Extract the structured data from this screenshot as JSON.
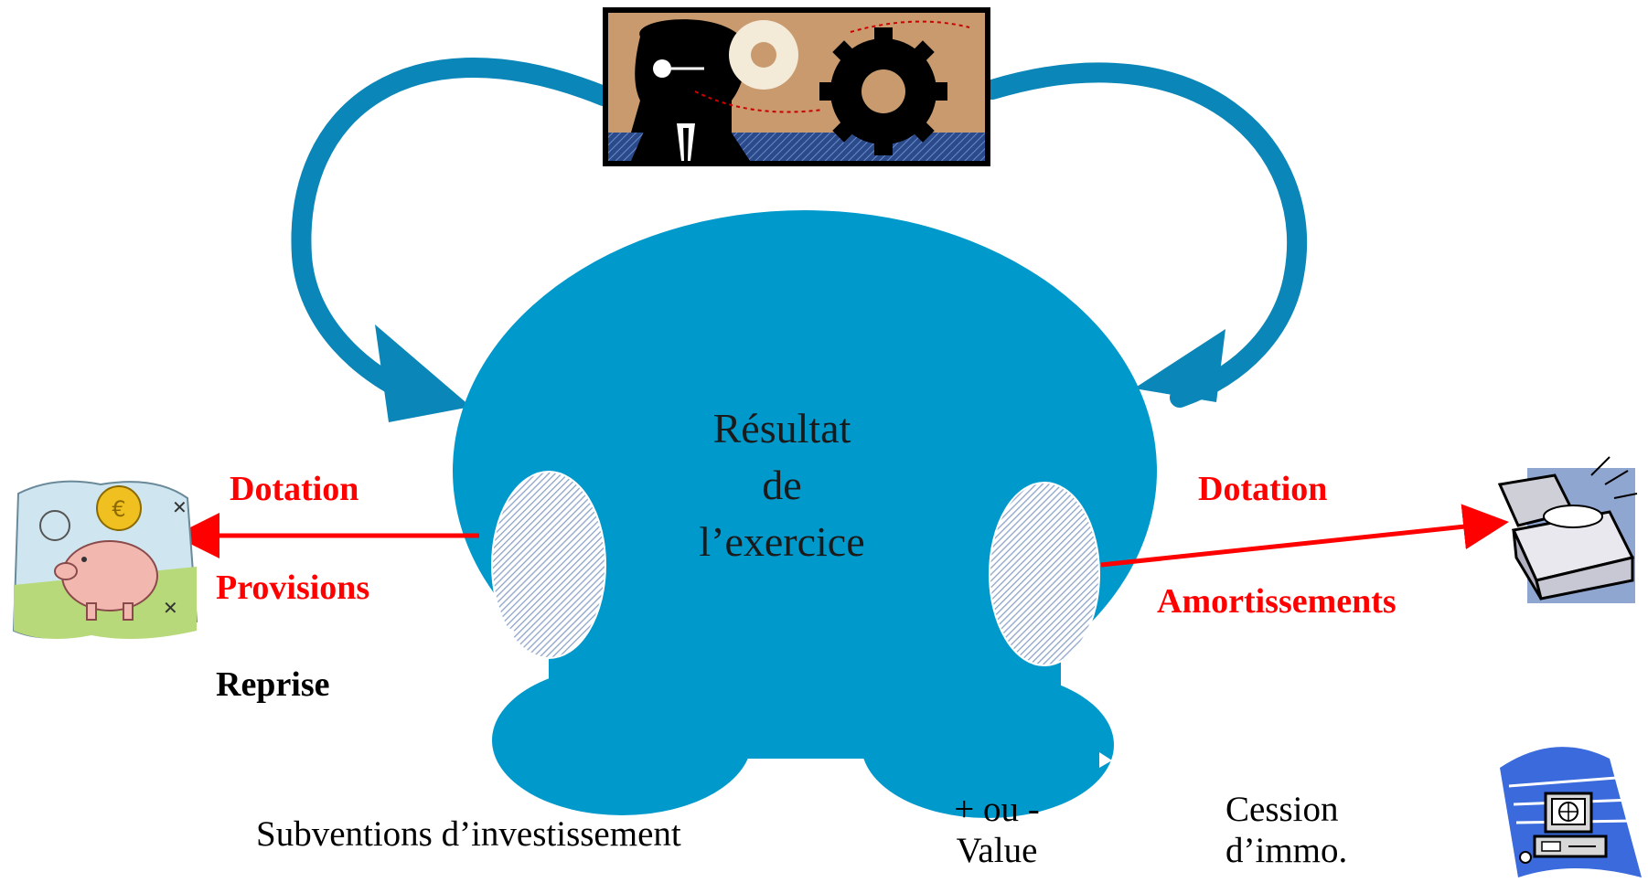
{
  "center": {
    "line1": "Résultat",
    "line2": "de",
    "line3": "l’exercice"
  },
  "left": {
    "dotation": "Dotation",
    "provisions": "Provisions",
    "reprise": "Reprise"
  },
  "right": {
    "dotation": "Dotation",
    "amortissements": "Amortissements"
  },
  "bottom": {
    "subventions": "Subventions d’investissement",
    "plus_ou_moins": "+ ou -",
    "value": "Value",
    "cession": "Cession",
    "immo": "d’immo."
  },
  "colors": {
    "blob": "#0099cc",
    "arrow_curve": "#0b86b8",
    "red_arrow": "#ff0000",
    "hatch": "#8ea4c8"
  },
  "icons": {
    "top": "business-gears-icon",
    "left": "piggy-bank-icon",
    "right": "treasure-chest-icon",
    "bottom_right": "computer-icon"
  }
}
